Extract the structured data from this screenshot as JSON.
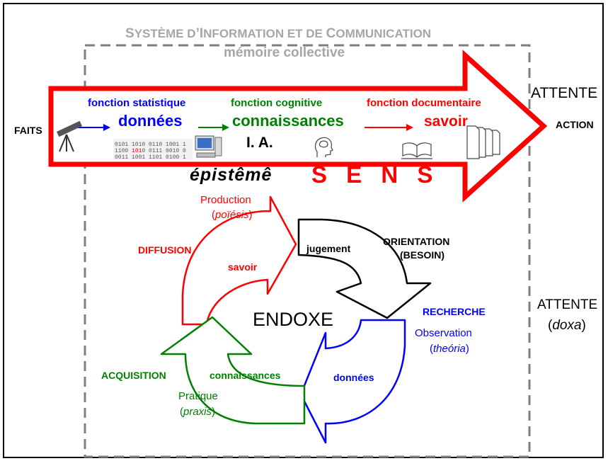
{
  "title": {
    "line1_parts": [
      "S",
      "YSTÈME D",
      "’I",
      "NFORMATION ET DE ",
      "C",
      "OMMUNICATION"
    ],
    "line2": "mémoire collective"
  },
  "arrow": {
    "left_label": "FAITS",
    "right_label": "ACTION",
    "top_right_label": "ATTENTE",
    "functions": [
      {
        "name": "fonction statistique",
        "value": "données",
        "color": "#0000ff"
      },
      {
        "name": "fonction cognitive",
        "value": "connaissances",
        "color": "#008000"
      },
      {
        "name": "fonction documentaire",
        "value": "savoir",
        "color": "#ff0000"
      }
    ],
    "ia": "I. A."
  },
  "episteme": "épistêmê",
  "sens": "S E N S",
  "cycle": {
    "production": "Production",
    "poiesis": "poïésis",
    "diffusion": "DIFFUSION",
    "savoir": "savoir",
    "jugement": "jugement",
    "orientation_line1": "ORIENTATION",
    "orientation_line2": "(BESOIN)",
    "recherche": "RECHERCHE",
    "observation": "Observation",
    "theoria": "theória",
    "donnees": "données",
    "acquisition": "ACQUISITION",
    "connaissances": "connaissances",
    "pratique": "Pratique",
    "praxis": "praxis",
    "center": "ENDOXE"
  },
  "right_side": {
    "attente": "ATTENTE",
    "doxa": "doxa"
  },
  "icons": [
    "telescope-icon",
    "binary-data-icon",
    "computer-icon",
    "brain-head-icon",
    "open-book-icon",
    "documents-icon"
  ],
  "colors": {
    "red": "#ff0000",
    "green": "#008000",
    "blue": "#0000ff",
    "gray": "#a6a6a6"
  }
}
